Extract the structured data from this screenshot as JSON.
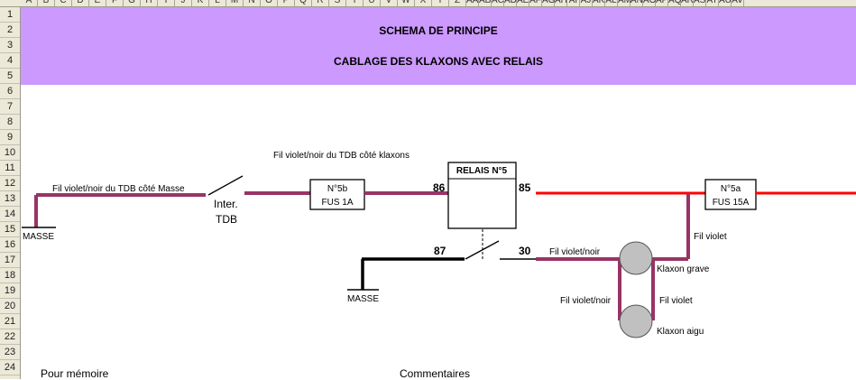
{
  "sheet": {
    "columns": [
      "A",
      "B",
      "C",
      "D",
      "E",
      "F",
      "G",
      "H",
      "I",
      "J",
      "K",
      "L",
      "M",
      "N",
      "O",
      "P",
      "Q",
      "R",
      "S",
      "T",
      "U",
      "V",
      "W",
      "X",
      "Y",
      "Z",
      "AA",
      "AB",
      "AC",
      "AD",
      "AE",
      "AF",
      "AG",
      "AH",
      "AI",
      "AJ",
      "AK",
      "AL",
      "AM",
      "AN",
      "AO",
      "AP",
      "AQ",
      "AR",
      "AS",
      "AT",
      "AU",
      "AV"
    ],
    "rows": [
      "1",
      "2",
      "3",
      "4",
      "5",
      "6",
      "7",
      "8",
      "9",
      "10",
      "11",
      "12",
      "13",
      "14",
      "15",
      "16",
      "17",
      "18",
      "19",
      "20",
      "21",
      "22",
      "23",
      "24"
    ]
  },
  "header": {
    "title1": "SCHEMA DE PRINCIPE",
    "title2": "CABLAGE DES KLAXONS AVEC RELAIS"
  },
  "diagram": {
    "colors": {
      "wire_violet": "#993366",
      "wire_red": "#ff0000",
      "ground": "#000000",
      "horn_fill": "#c0c0c0"
    },
    "labels": {
      "wire_left": "Fil violet/noir du TDB côté Masse",
      "wire_top": "Fil violet/noir du TDB côté klaxons",
      "masse_left": "MASSE",
      "switch_line1": "Inter.",
      "switch_line2": "TDB",
      "fuse_left_line1": "N°5b",
      "fuse_left_line2": "FUS 1A",
      "relay_title": "RELAIS N°5",
      "pin86": "86",
      "pin85": "85",
      "pin87": "87",
      "pin30": "30",
      "masse_bottom": "MASSE",
      "fuse_right_line1": "N°5a",
      "fuse_right_line2": "FUS 15A",
      "fil_violet_top": "Fil violet",
      "fil_violet_noir_30": "Fil violet/noir",
      "horn_low": "Klaxon grave",
      "fil_violet_noir_mid": "Fil violet/noir",
      "fil_violet_mid": "Fil violet",
      "horn_high": "Klaxon aigu"
    }
  },
  "notes": {
    "memo": "Pour mémoire",
    "comments": "Commentaires"
  }
}
